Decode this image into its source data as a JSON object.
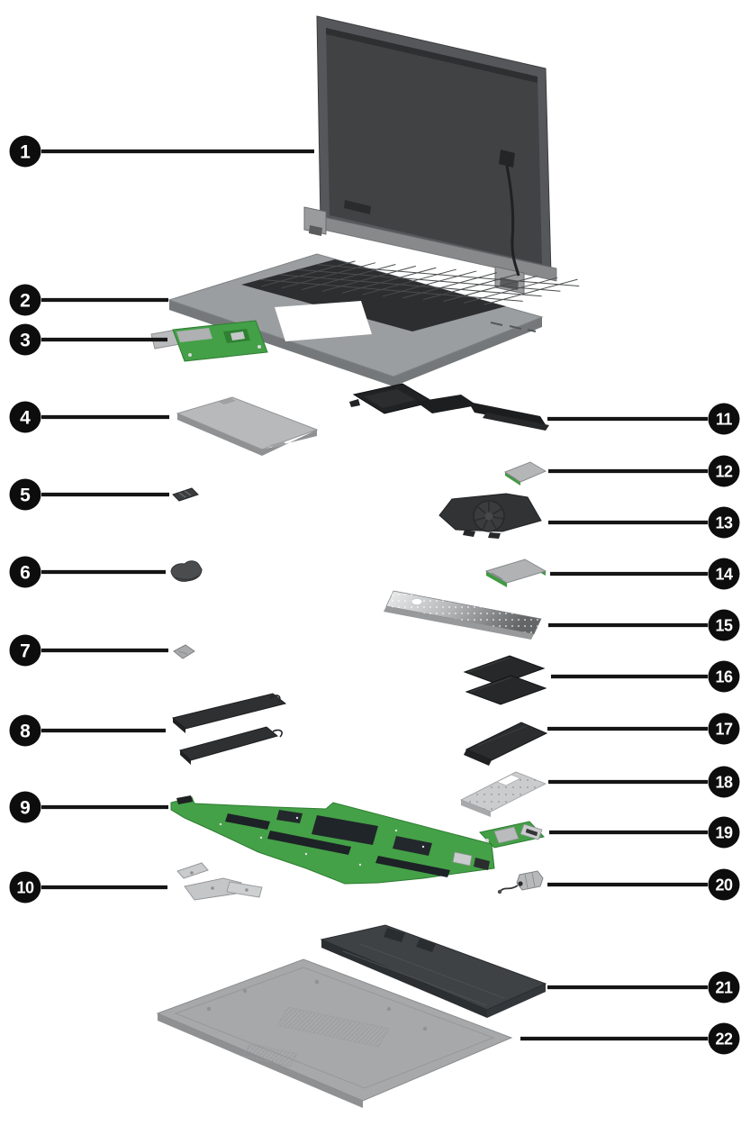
{
  "figure": {
    "type": "exploded-view-parts-diagram",
    "subject": "laptop",
    "background": "#ffffff",
    "badge_fill": "#0d0d0d",
    "badge_text_color": "#ffffff",
    "leader_line_color": "#151515",
    "pcb_green": "#43a047",
    "chassis_gray": "#9b9ea0",
    "dark_part": "#2b2d2f"
  },
  "callouts": [
    {
      "number": "1",
      "part": "display-assembly",
      "side": "left"
    },
    {
      "number": "2",
      "part": "keyboard-top-cover",
      "side": "left"
    },
    {
      "number": "3",
      "part": "card-reader-board",
      "side": "left"
    },
    {
      "number": "4",
      "part": "touchpad",
      "side": "left"
    },
    {
      "number": "5",
      "part": "nfc-module",
      "side": "left"
    },
    {
      "number": "6",
      "part": "fingerprint-reader",
      "side": "left"
    },
    {
      "number": "7",
      "part": "small-module",
      "side": "left"
    },
    {
      "number": "8",
      "part": "speakers",
      "side": "left"
    },
    {
      "number": "9",
      "part": "system-board",
      "side": "left"
    },
    {
      "number": "10",
      "part": "bracket-kit",
      "side": "left"
    },
    {
      "number": "11",
      "part": "heat-sink",
      "side": "right"
    },
    {
      "number": "12",
      "part": "wlan-module",
      "side": "right"
    },
    {
      "number": "13",
      "part": "fan",
      "side": "right"
    },
    {
      "number": "14",
      "part": "wwan-module",
      "side": "right"
    },
    {
      "number": "15",
      "part": "speaker-grille",
      "side": "right"
    },
    {
      "number": "16",
      "part": "memory-modules",
      "side": "right"
    },
    {
      "number": "17",
      "part": "solid-state-drive",
      "side": "right"
    },
    {
      "number": "18",
      "part": "ssd-shield",
      "side": "right"
    },
    {
      "number": "19",
      "part": "usb-board",
      "side": "right"
    },
    {
      "number": "20",
      "part": "power-connector-cable",
      "side": "right"
    },
    {
      "number": "21",
      "part": "battery",
      "side": "right"
    },
    {
      "number": "22",
      "part": "bottom-cover",
      "side": "right"
    }
  ]
}
